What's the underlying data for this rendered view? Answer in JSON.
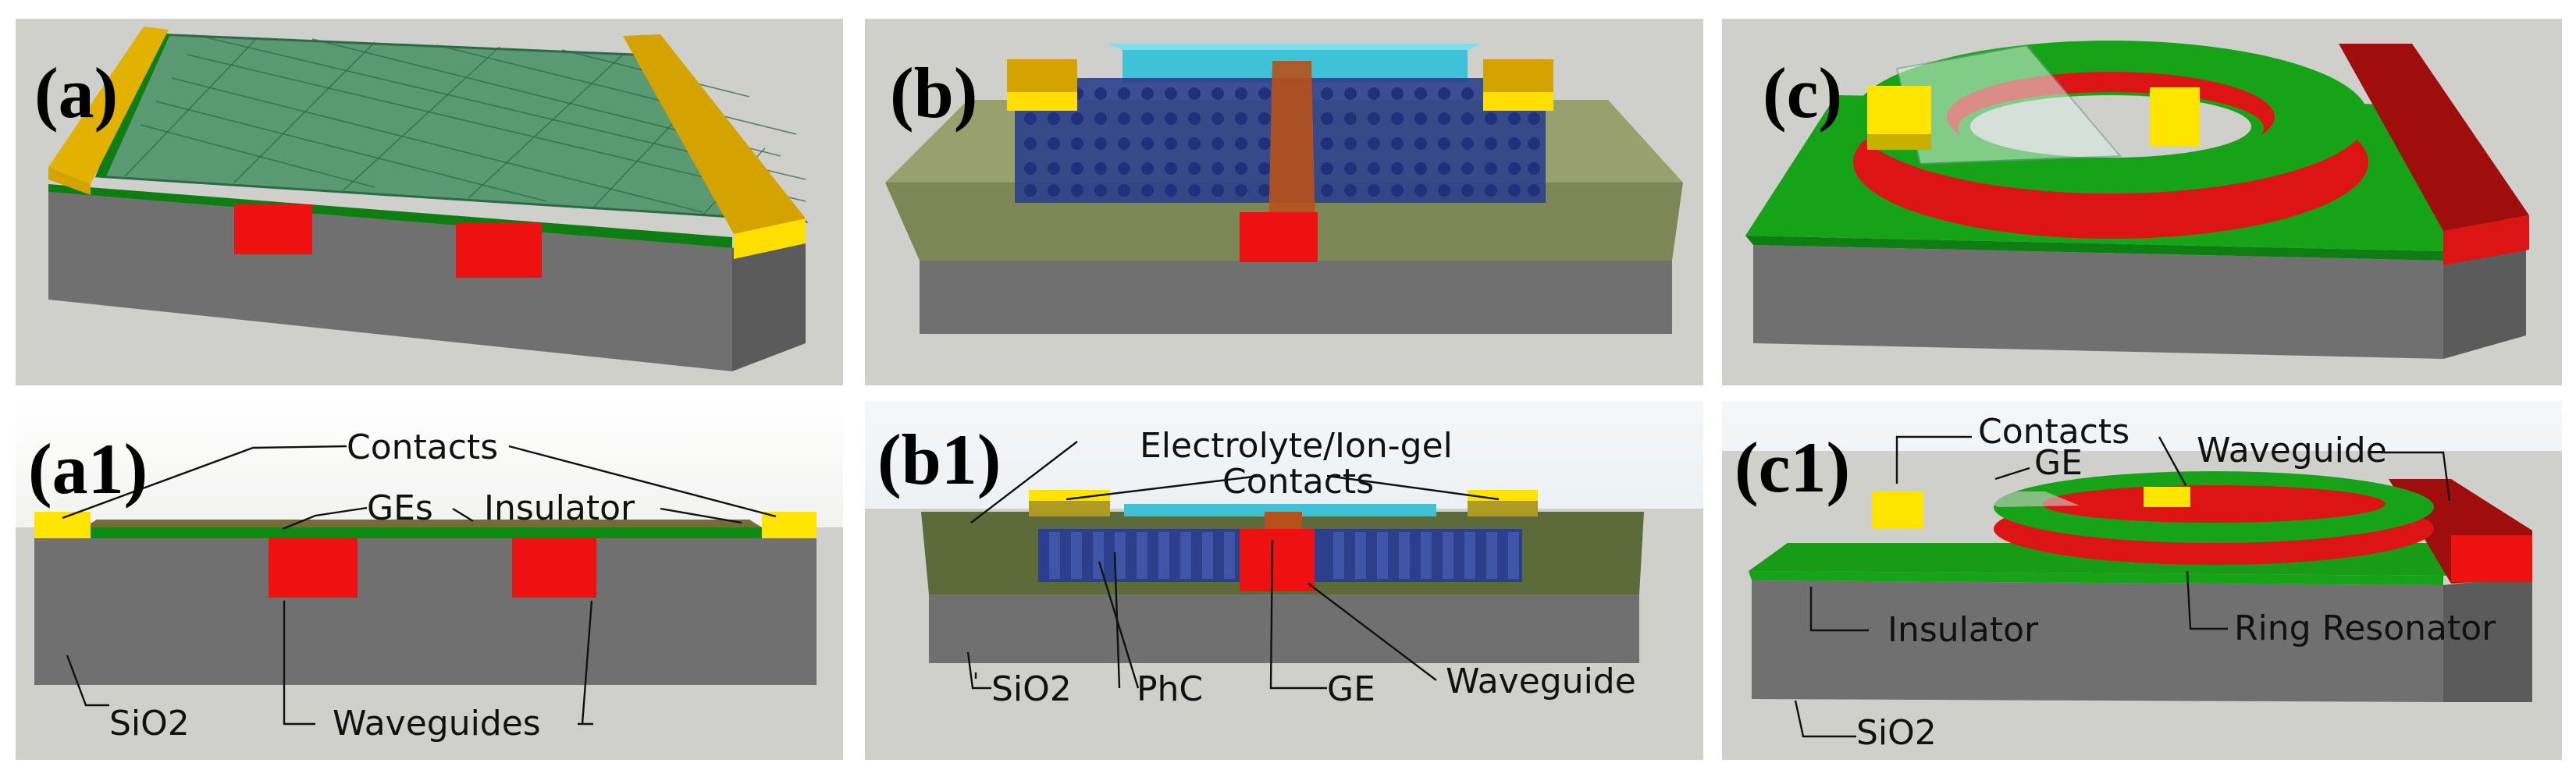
{
  "panels": [
    {
      "id": "a",
      "label": "(a)"
    },
    {
      "id": "b",
      "label": "(b)"
    },
    {
      "id": "c",
      "label": "(c)"
    },
    {
      "id": "a1",
      "label": "(a1)"
    },
    {
      "id": "b1",
      "label": "(b1)"
    },
    {
      "id": "c1",
      "label": "(c1)"
    }
  ],
  "annotations": {
    "a1": {
      "contacts": "Contacts",
      "ges": "GEs",
      "insulator": "Insulator",
      "sio2": "SiO2",
      "waveguides": "Waveguides"
    },
    "b1": {
      "electrolyte": "Electrolyte/Ion-gel",
      "contacts": "Contacts",
      "sio2": "SiO2",
      "phc": "PhC",
      "ge": "GE",
      "waveguide": "Waveguide"
    },
    "c1": {
      "contacts": "Contacts",
      "ge": "GE",
      "waveguide": "Waveguide",
      "insulator": "Insulator",
      "ring": "Ring Resonator",
      "sio2": "SiO2"
    }
  },
  "colors": {
    "background": "#cfcfcc",
    "substrate": "#737373",
    "graphene_sheet": "#5a9a72",
    "insulator_green": "#0e8a12",
    "contact_gold": "#d4a300",
    "contact_yellow": "#ffe400",
    "waveguide_red": "#ee1111",
    "electrolyte_cyan": "#3ec2d8",
    "phc_blue": "#2b3f8c",
    "ring_red": "#dd1414"
  }
}
